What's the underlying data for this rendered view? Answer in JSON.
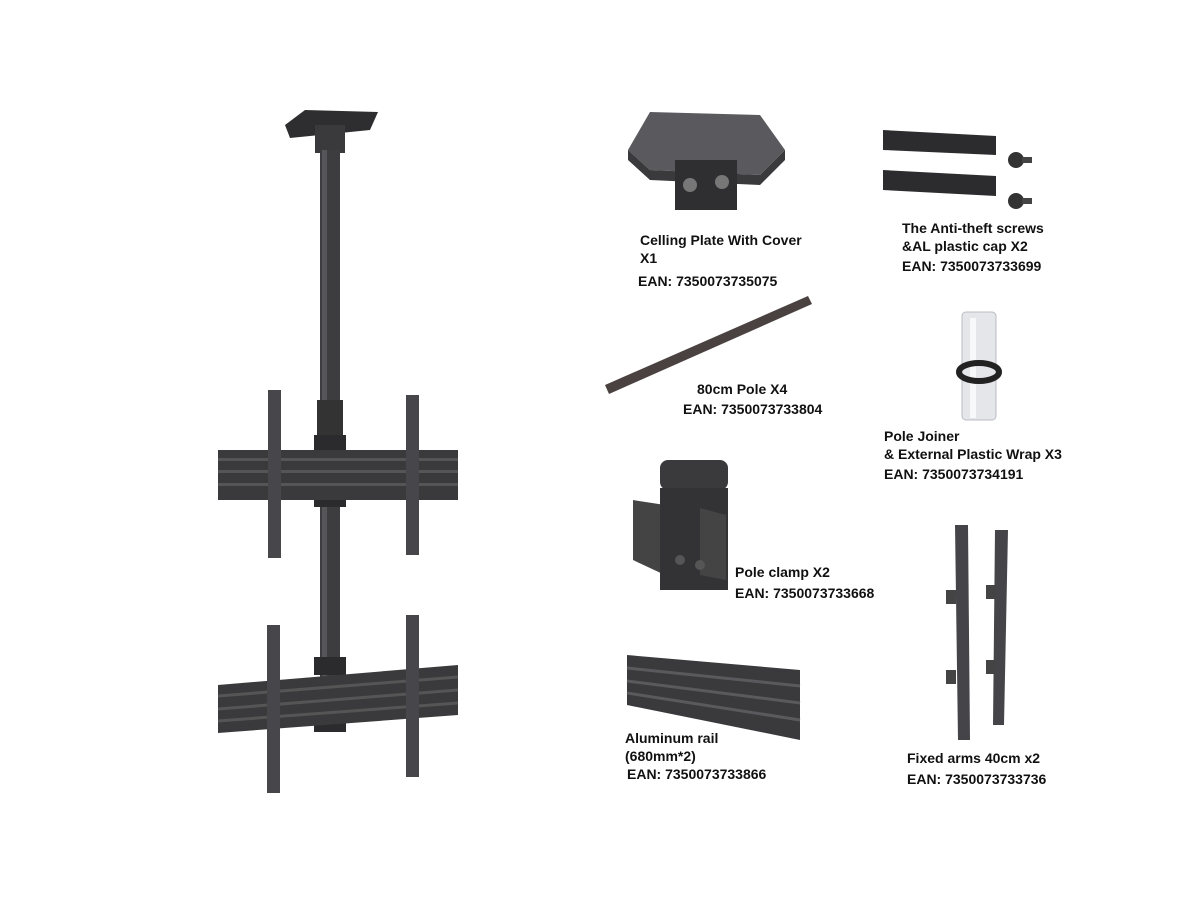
{
  "parts": [
    {
      "name": "Celling Plate With Cover",
      "qty_line": "X1",
      "ean": "EAN: 7350073735075"
    },
    {
      "name": "The Anti-theft screws",
      "qty_line": "&AL plastic cap X2",
      "ean": "EAN: 7350073733699"
    },
    {
      "name": "80cm Pole X4",
      "ean": "EAN: 7350073733804"
    },
    {
      "name": "Pole Joiner",
      "qty_line": "& External Plastic Wrap X3",
      "ean": "EAN: 7350073734191"
    },
    {
      "name": "Pole clamp X2",
      "ean": "EAN: 7350073733668"
    },
    {
      "name": "Aluminum rail",
      "qty_line": "(680mm*2)",
      "ean": "EAN: 7350073733866"
    },
    {
      "name": "Fixed arms 40cm x2",
      "ean": "EAN: 7350073733736"
    }
  ],
  "colors": {
    "metal": "#3a3a3c",
    "metal_dark": "#2a2a2c",
    "metal_light": "#5a5a5e",
    "joiner": "#e4e6ea",
    "pole": "#4a4240"
  }
}
